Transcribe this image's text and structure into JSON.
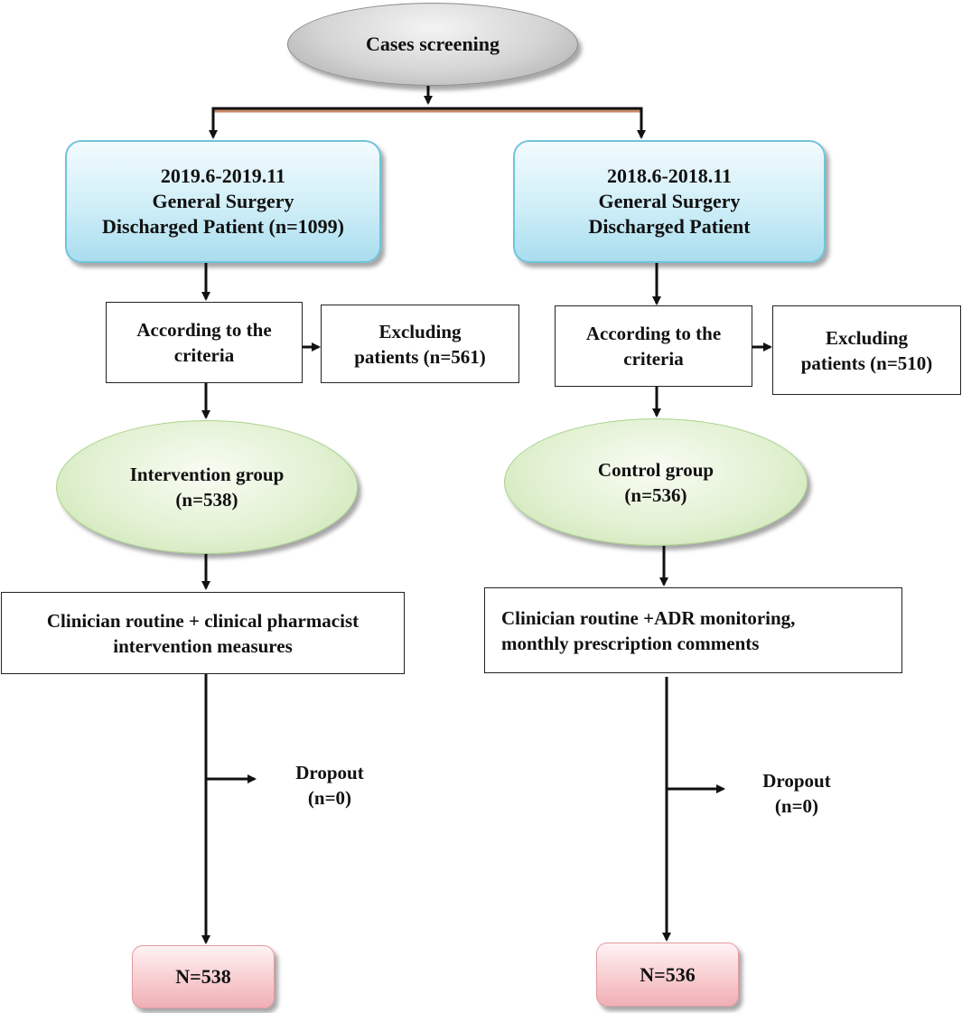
{
  "nodes": {
    "screening": "Cases screening",
    "left_cohort": "2019.6-2019.11\nGeneral Surgery\nDischarged Patient (n=1099)",
    "right_cohort": "2018.6-2018.11\nGeneral Surgery\nDischarged Patient",
    "left_criteria": "According to the\ncriteria",
    "left_excluded": "Excluding\npatients (n=561)",
    "right_criteria": "According to the\ncriteria",
    "right_excluded": "Excluding\npatients (n=510)",
    "intervention_group": "Intervention group\n(n=538)",
    "control_group": "Control group\n(n=536)",
    "left_measures": "Clinician routine + clinical pharmacist\nintervention measures",
    "right_measures": "Clinician routine +ADR monitoring,\nmonthly prescription comments",
    "left_dropout": "Dropout\n(n=0)",
    "right_dropout": "Dropout\n(n=0)",
    "left_final": "N=538",
    "right_final": "N=536"
  },
  "colors": {
    "line": "#111111",
    "connector_accent": "#c98a6a"
  }
}
